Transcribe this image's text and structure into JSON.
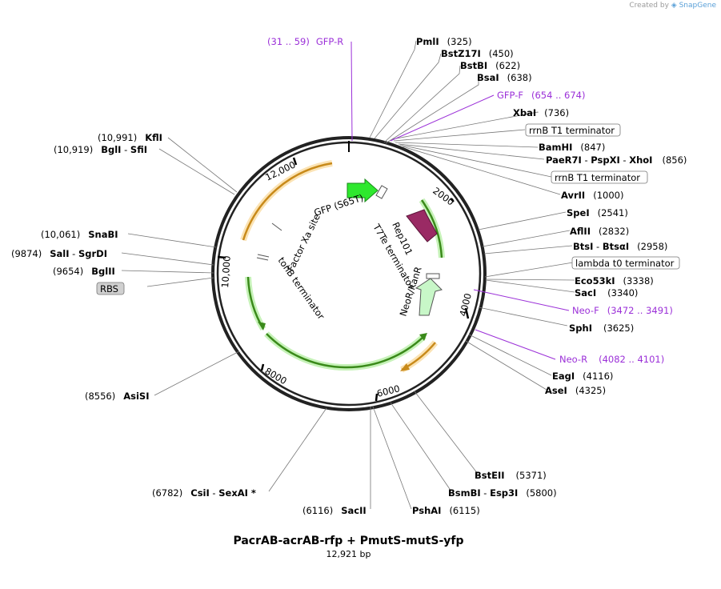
{
  "watermark": {
    "prefix": "Created by",
    "brand": "SnapGene"
  },
  "plasmid": {
    "name": "PacrAB-acrAB-rfp + PmutS-mutS-yfp",
    "length": "12,921 bp"
  },
  "ticks": [
    "2000",
    "4000",
    "6000",
    "8000",
    "10,000",
    "12,000"
  ],
  "features": [
    {
      "id": "gfp",
      "label": "GFP (S65T)",
      "color": "#2ee82e"
    },
    {
      "id": "t7te",
      "label": "T7Te terminator",
      "color": "#ffffff"
    },
    {
      "id": "rep101",
      "label": "Rep101",
      "color": "#9a2a64"
    },
    {
      "id": "neor",
      "label": "NeoR/KanR",
      "color": "#c8f7c8"
    },
    {
      "id": "factorxa",
      "label": "Factor Xa site",
      "color": "#ffffff"
    },
    {
      "id": "tonb",
      "label": "tonB terminator",
      "color": "#ffffff"
    }
  ],
  "labels": {
    "gfp_r": {
      "range": "(31 .. 59)",
      "name": "GFP-R"
    },
    "pmli": {
      "name": "PmlI",
      "pos": "(325)"
    },
    "bstz17i": {
      "name": "BstZ17I",
      "pos": "(450)"
    },
    "bstbi": {
      "name": "BstBI",
      "pos": "(622)"
    },
    "bsai": {
      "name": "BsaI",
      "pos": "(638)"
    },
    "gfp_f": {
      "name": "GFP-F",
      "range": "(654 .. 674)"
    },
    "xbai": {
      "name": "XbaI",
      "pos": "(736)"
    },
    "rrnb1": {
      "name": "rrnB T1 terminator"
    },
    "bamhi": {
      "name": "BamHI",
      "pos": "(847)"
    },
    "paer7i": {
      "name1": "PaeR7I",
      "sep1": " - ",
      "name2": "PspXI",
      "sep2": " - ",
      "name3": "XhoI",
      "pos": "(856)"
    },
    "rrnb2": {
      "name": "rrnB T1 terminator"
    },
    "avrii": {
      "name": "AvrII",
      "pos": "(1000)"
    },
    "spei": {
      "name": "SpeI",
      "pos": "(2541)"
    },
    "aflii": {
      "name": "AflII",
      "pos": "(2832)"
    },
    "btsi": {
      "name1": "BtsI",
      "sep": " - ",
      "name2": "BtsαI",
      "pos": "(2958)"
    },
    "lambda": {
      "name": "lambda t0 terminator"
    },
    "eco53ki": {
      "name": "Eco53kI",
      "pos": "(3338)"
    },
    "saci": {
      "name": "SacI",
      "pos": "(3340)"
    },
    "neo_f": {
      "name": "Neo-F",
      "range": "(3472 .. 3491)"
    },
    "sphi": {
      "name": "SphI",
      "pos": "(3625)"
    },
    "neo_r": {
      "name": "Neo-R",
      "range": "(4082 .. 4101)"
    },
    "eagi": {
      "name": "EagI",
      "pos": "(4116)"
    },
    "asei": {
      "name": "AseI",
      "pos": "(4325)"
    },
    "bsteii": {
      "name": "BstEII",
      "pos": "(5371)"
    },
    "bsmbi": {
      "name1": "BsmBI",
      "sep": " - ",
      "name2": "Esp3I",
      "pos": "(5800)"
    },
    "pshai": {
      "name": "PshAI",
      "pos": "(6115)"
    },
    "sacii": {
      "pos": "(6116)",
      "name": "SacII"
    },
    "csii": {
      "pos": "(6782)",
      "name1": "CsiI",
      "sep": " - ",
      "name2": "SexAI *"
    },
    "asisi": {
      "pos": "(8556)",
      "name": "AsiSI"
    },
    "rbs": {
      "name": "RBS"
    },
    "bglii": {
      "pos": "(9654)",
      "name": "BglII"
    },
    "sali": {
      "pos": "(9874)",
      "name1": "SalI",
      "sep": " - ",
      "name2": "SgrDI"
    },
    "snabi": {
      "pos": "(10,061)",
      "name": "SnaBI"
    },
    "bgli": {
      "pos": "(10,919)",
      "name1": "BglI",
      "sep": " - ",
      "name2": "SfiI"
    },
    "kfli": {
      "pos": "(10,991)",
      "name": "KflI"
    }
  }
}
